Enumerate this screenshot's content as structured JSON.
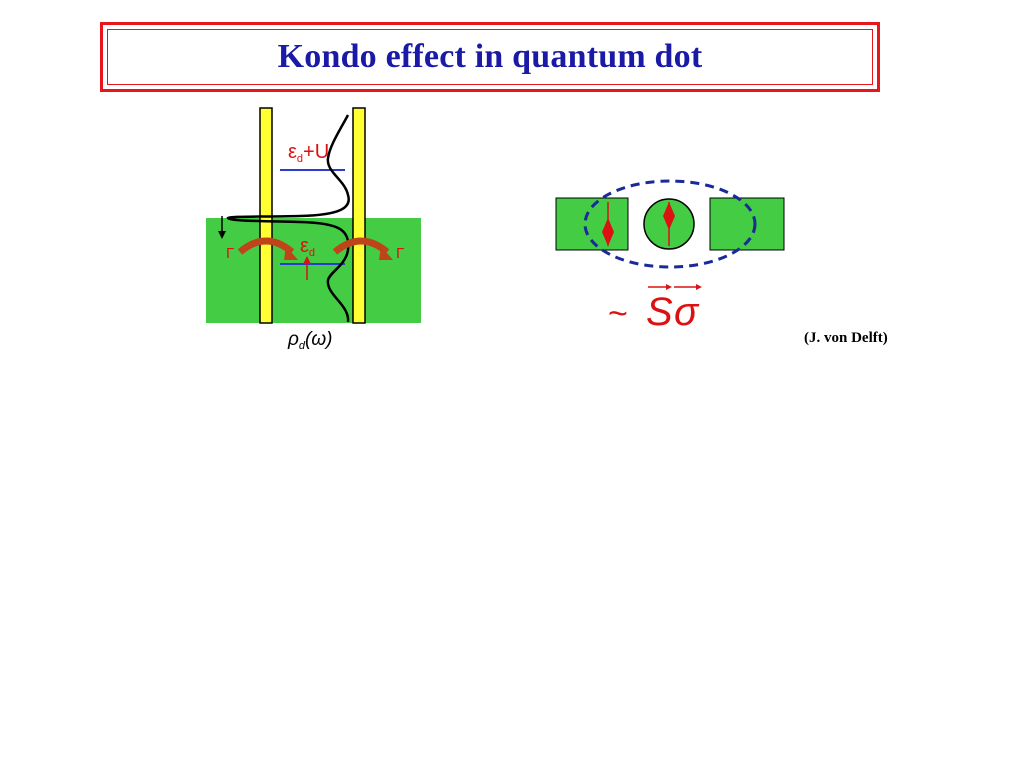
{
  "slide": {
    "title": "Kondo effect in quantum dot",
    "credit": "(J. von Delft)"
  },
  "left_diagram": {
    "level_upper_label": "ε",
    "level_upper_sub": "d",
    "level_upper_suffix": "+U",
    "level_lower_label": "ε",
    "level_lower_sub": "d",
    "gamma_left": "Γ",
    "gamma_right": "Γ",
    "density_label": "ρ",
    "density_sub": "d",
    "density_arg": "(ω)"
  },
  "right_diagram": {
    "coupling_label": "~",
    "spin_S": "S",
    "spin_sigma": "σ"
  },
  "colors": {
    "title_text": "#1a1aa6",
    "title_border": "#e8161c",
    "lead_green": "#44cc44",
    "barrier_yellow": "#ffff33",
    "level_blue": "#2d3ccf",
    "arrow_red": "#dd1111",
    "tunnel_arrow": "#c0441a",
    "ellipse_dash": "#1a2a99"
  }
}
